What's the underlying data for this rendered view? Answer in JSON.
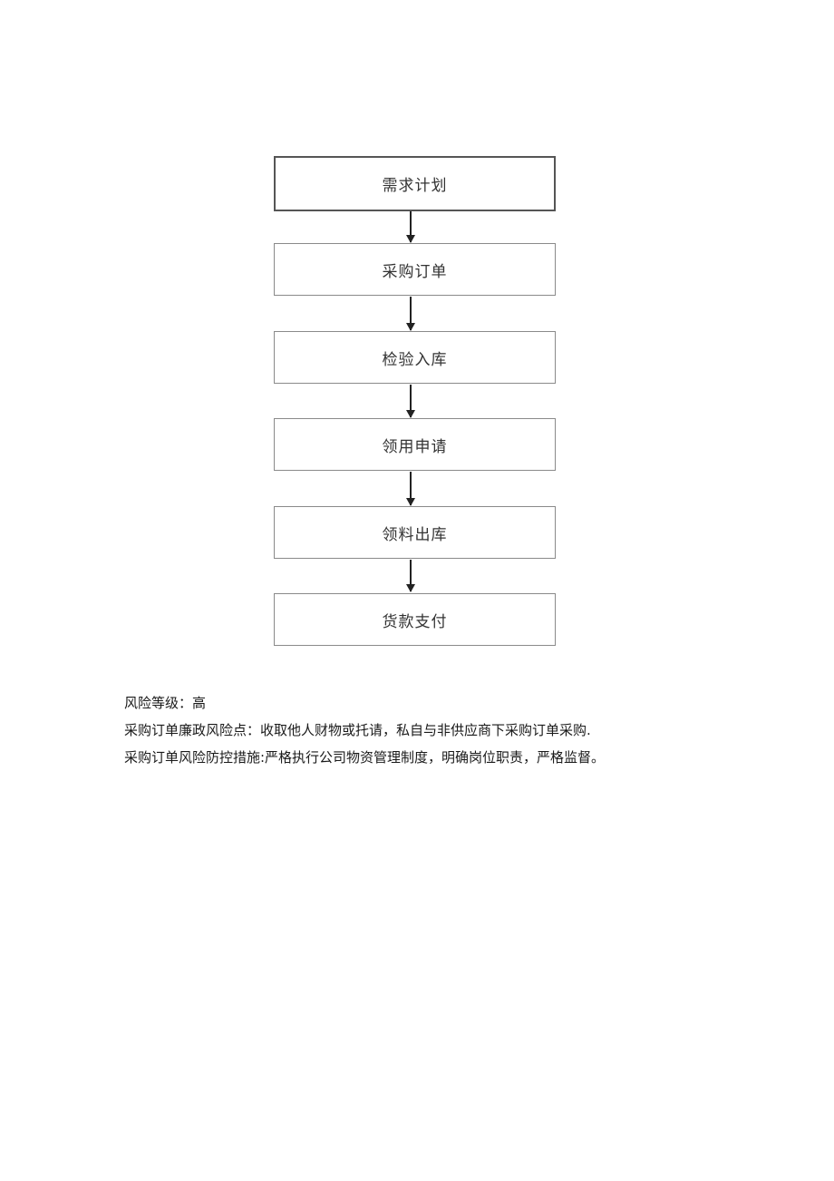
{
  "flowchart": {
    "steps": [
      {
        "label": "需求计划"
      },
      {
        "label": "采购订单"
      },
      {
        "label": "检验入库"
      },
      {
        "label": "领用申请"
      },
      {
        "label": "领料出库"
      },
      {
        "label": "货款支付"
      }
    ]
  },
  "notes": {
    "risk_level": "风险等级：高",
    "risk_point": "采购订单廉政风险点：收取他人财物或托请，私自与非供应商下采购订单采购.",
    "control_measures": "采购订单风险防控措施:严格执行公司物资管理制度，明确岗位职责，严格监督。"
  }
}
